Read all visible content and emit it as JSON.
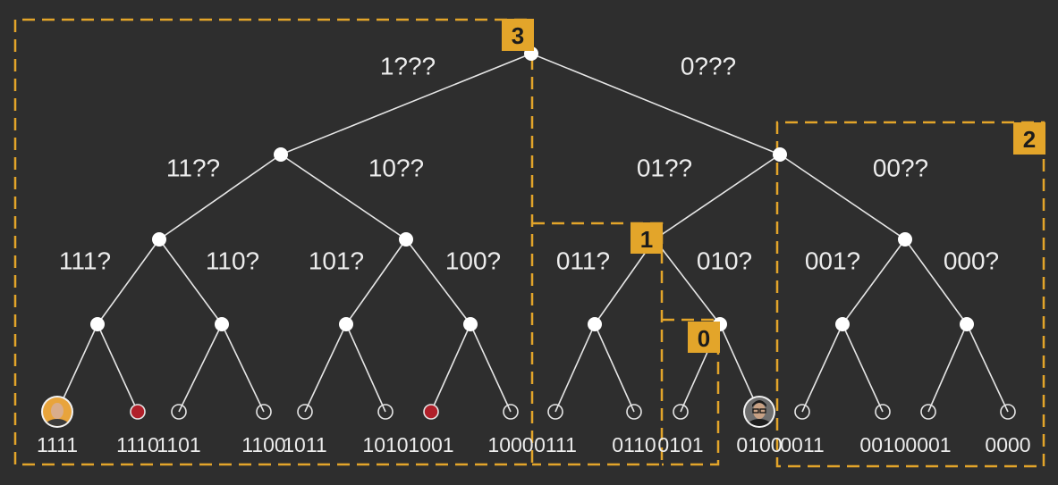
{
  "colors": {
    "background": "#2e2e2e",
    "edge": "#e6e6e6",
    "node": "#ffffff",
    "text": "#ececec",
    "bucket_border": "#e3a52a",
    "bucket_badge": "#e3a52a",
    "badge_text": "#1c1c1c",
    "red_leaf": "#b0202a"
  },
  "edge_labels": {
    "root_left": "1???",
    "root_right": "0???",
    "n1_left": "11??",
    "n1_right": "10??",
    "n0_left": "01??",
    "n0_right": "00??",
    "n11_left": "111?",
    "n11_right": "110?",
    "n10_left": "101?",
    "n10_right": "100?",
    "n01_left": "011?",
    "n01_right": "010?",
    "n00_left": "001?",
    "n00_right": "000?"
  },
  "leaves": [
    {
      "label": "1111",
      "marker": "avatar",
      "avatar_icon": "bald-man-avatar-icon"
    },
    {
      "label": "1110",
      "marker": "red"
    },
    {
      "label": "1101",
      "marker": "empty"
    },
    {
      "label": "1100",
      "marker": "empty"
    },
    {
      "label": "1011",
      "marker": "empty"
    },
    {
      "label": "1010",
      "marker": "empty"
    },
    {
      "label": "1001",
      "marker": "red"
    },
    {
      "label": "1000",
      "marker": "empty"
    },
    {
      "label": "0111",
      "marker": "empty"
    },
    {
      "label": "0110",
      "marker": "empty"
    },
    {
      "label": "0101",
      "marker": "empty"
    },
    {
      "label": "0100",
      "marker": "avatar",
      "avatar_icon": "glasses-man-avatar-icon"
    },
    {
      "label": "0011",
      "marker": "empty"
    },
    {
      "label": "0010",
      "marker": "empty"
    },
    {
      "label": "0001",
      "marker": "empty"
    },
    {
      "label": "0000",
      "marker": "empty"
    }
  ],
  "buckets": [
    {
      "badge": "3"
    },
    {
      "badge": "2"
    },
    {
      "badge": "1"
    },
    {
      "badge": "0"
    }
  ]
}
